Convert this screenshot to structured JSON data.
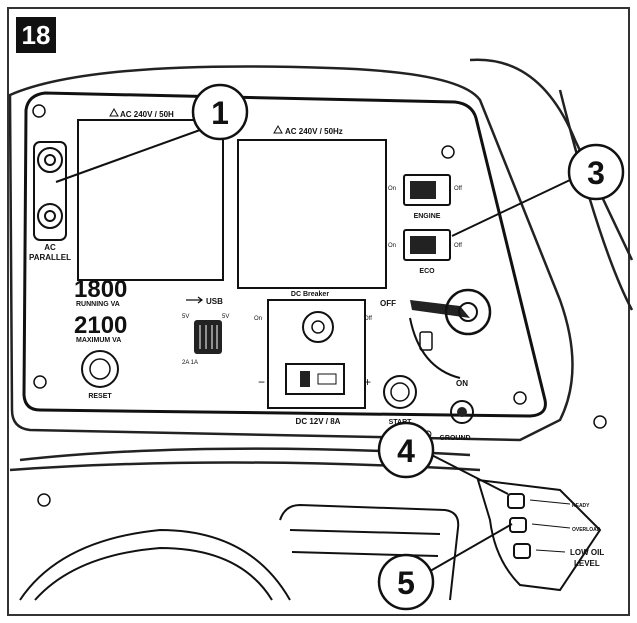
{
  "figure": {
    "number": "18",
    "callouts": [
      "1",
      "3",
      "4",
      "5"
    ]
  },
  "panel": {
    "ac_left_label": "AC 240V / 50H",
    "ac_right_label": "AC 240V / 50Hz",
    "ac_parallel": [
      "AC",
      "PARALLEL"
    ],
    "running_va_value": "1800",
    "running_va_label": "RUNNING VA",
    "maximum_va_value": "2100",
    "maximum_va_label": "MAXIMUM VA",
    "reset_label": "RESET",
    "usb_label": "USB",
    "usb_left_volt": "5V",
    "usb_right_volt": "5V",
    "usb_current": "2A 1A",
    "engine_switch": {
      "on": "On",
      "off": "Off",
      "label": "ENGINE"
    },
    "eco_switch": {
      "on": "On",
      "off": "Off",
      "label": "ECO"
    },
    "dc_breaker_label": "DC Breaker",
    "dc_on": "On",
    "dc_off": "Off",
    "dc_rating": "DC 12V / 8A",
    "minus": "−",
    "plus": "+",
    "choke_off": "OFF",
    "choke_on": "ON",
    "start_label": "START",
    "ground_label": "GROUND"
  },
  "indicators": {
    "labels": [
      "READY",
      "OVERLOAD",
      "LOW OIL",
      "LEVEL"
    ]
  }
}
